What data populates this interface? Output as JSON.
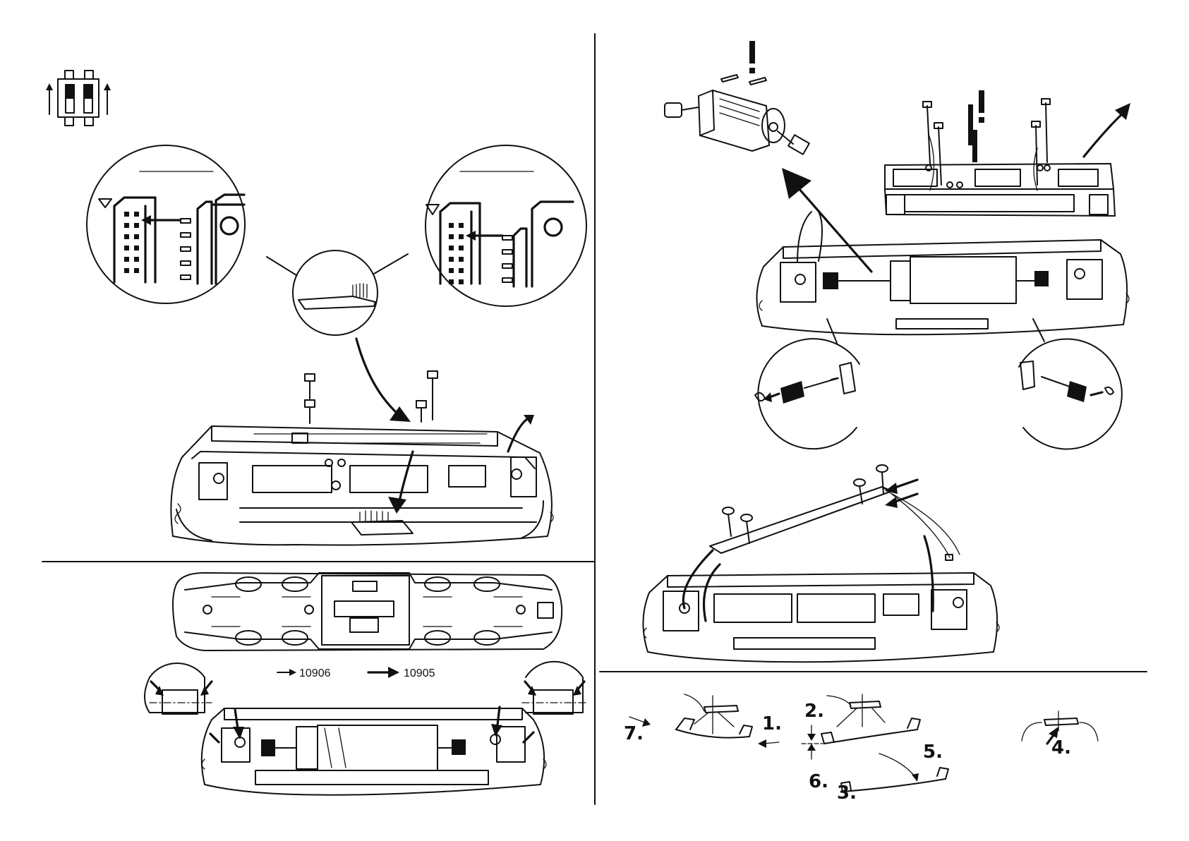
{
  "legend": {
    "item1": {
      "label": "10906",
      "arrow": "thin-arrow"
    },
    "item2": {
      "label": "10905",
      "arrow": "thick-arrow"
    }
  },
  "steps": {
    "s1": "1.",
    "s2": "2.",
    "s3": "3.",
    "s4": "4.",
    "s5": "5.",
    "s6": "6.",
    "s7": "7."
  },
  "icons": [
    "dip-switch-icon",
    "warning-exclamation-icon",
    "motor-icon",
    "screw-icon",
    "spring-icon",
    "decoder-icon"
  ],
  "colors": {
    "line": "#111111",
    "background": "#ffffff"
  }
}
